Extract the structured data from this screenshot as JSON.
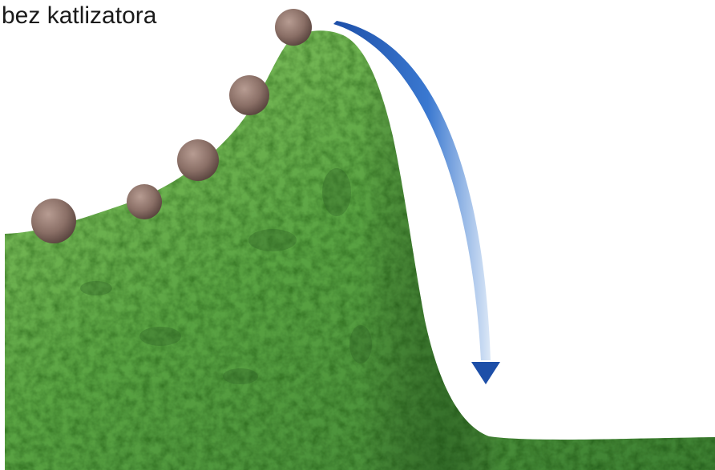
{
  "diagram": {
    "title": "bez katlizatora",
    "boulder_count": 5,
    "colors": {
      "hill_light": "#7fbf5a",
      "hill_mid": "#4f9a3c",
      "hill_dark": "#2f6e2a",
      "boulder": "#8a6f66",
      "boulder_dark": "#5c4540",
      "arrow": "#1f5fbf",
      "arrow_light": "#cfe0f5"
    },
    "icons": {
      "arrow": "curved-down-arrow"
    }
  }
}
